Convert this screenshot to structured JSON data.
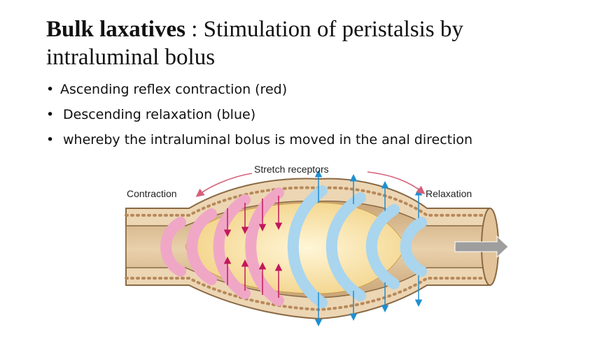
{
  "slide": {
    "title_bold": "Bulk laxatives",
    "title_sep": " : ",
    "title_line1": "Stimulation of peristalsis by",
    "title_line2": "intraluminal bolus"
  },
  "bullets": [
    {
      "marker": "•",
      "text": "Ascending reflex contraction (red)"
    },
    {
      "marker": "•",
      "text": "Descending relaxation (blue)"
    },
    {
      "marker": "•",
      "text": "whereby the intraluminal bolus is moved in the anal direction"
    }
  ],
  "diagram": {
    "labels": {
      "stretch_receptors": "Stretch receptors",
      "contraction": "Contraction",
      "relaxation": "Relaxation"
    },
    "colors": {
      "contraction_rings": "#f0a7c6",
      "relaxation_rings": "#a9d5ee",
      "gut_wall": "#e8cfaa",
      "lumen": "#d8b98e",
      "bolus": "#f7df9c",
      "arrows_red": "#c2185b",
      "arrows_blue": "#1f8fd0",
      "outer_arrows": "#d5607a"
    },
    "icons": [
      "anal-direction-arrow-icon",
      "red-contraction-arrow-icon",
      "blue-relaxation-arrow-icon"
    ]
  }
}
